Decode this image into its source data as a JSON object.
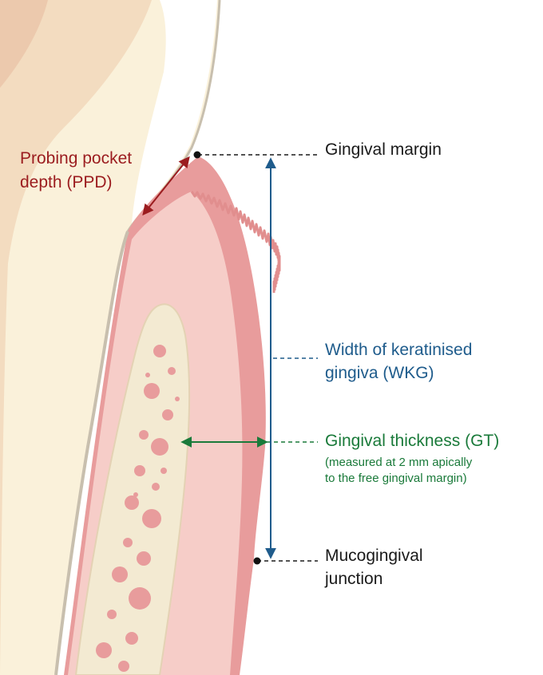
{
  "labels": {
    "gingival_margin": "Gingival margin",
    "ppd_line1": "Probing pocket",
    "ppd_line2": "depth (PPD)",
    "wkg_line1": "Width of keratinised",
    "wkg_line2": "gingiva (WKG)",
    "gt_line1": "Gingival thickness (GT)",
    "gt_note1": "(measured at 2 mm apically",
    "gt_note2": "to the free gingival margin)",
    "mgj_line1": "Mucogingival",
    "mgj_line2": "junction"
  },
  "colors": {
    "ppd": "#9b1c1f",
    "wkg": "#1f5c8c",
    "gt": "#1a7a3a",
    "text": "#1a1a1a",
    "gingiva": "#e69a9a",
    "mucosa": "#f2c4c0",
    "bone": "#f3ead2",
    "tooth": "#faf1da",
    "root": "#f0d0b0"
  }
}
